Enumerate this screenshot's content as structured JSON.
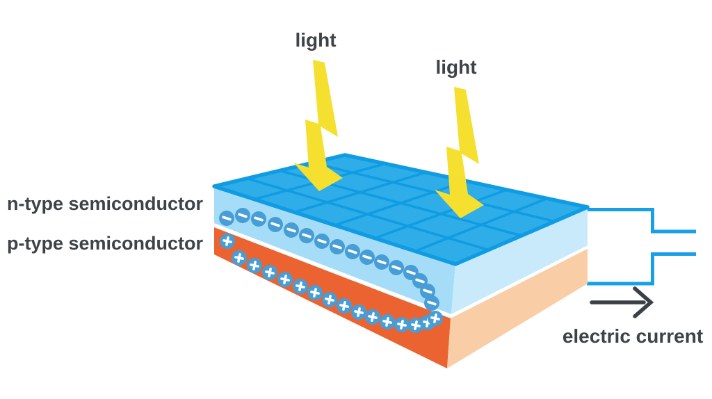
{
  "title": "solar cell photovoltaic effect diagram",
  "labels": {
    "light_left": "light",
    "light_right": "light",
    "n_type": "n-type semiconductor",
    "p_type": "p-type semiconductor",
    "electric_current": "electric current"
  },
  "charges": {
    "electrons": {
      "symbol": "−",
      "count": 16
    },
    "holes": {
      "symbol": "+",
      "count": 16
    }
  },
  "icons": {
    "lightning-bolt-icon": "zigzag arrow polygon",
    "right-arrow-icon": "→"
  },
  "colors": {
    "background": "#ffffff",
    "text": "#3e4347",
    "bolt_yellow": "#f5e02f",
    "panel_top": "#2fade9",
    "panel_grid_line": "#0f9ce2",
    "n_front": "#a5ddf8",
    "n_right": "#c9eafb",
    "p_front": "#eb6330",
    "p_right": "#f9cda6",
    "junction_gap": "#ffffff",
    "charge_circle": "#479dd6",
    "charge_symbol": "#ffffff",
    "wire": "#17a0e8",
    "arrow": "#3a4046"
  }
}
